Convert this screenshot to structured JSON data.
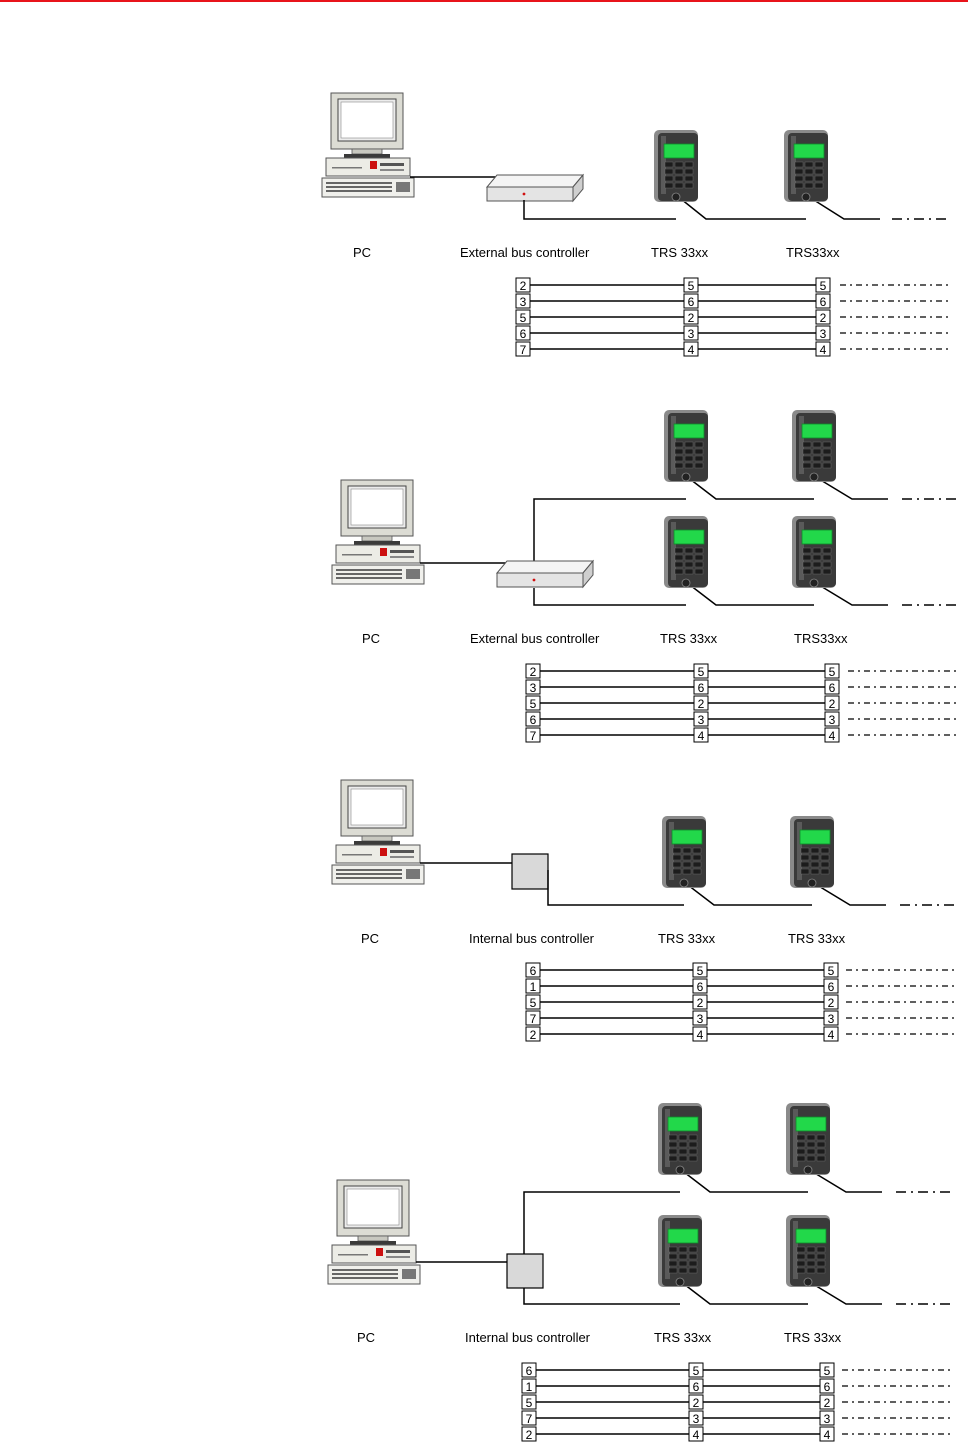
{
  "page": {
    "accent_color": "#e8141b"
  },
  "diagrams": [
    {
      "id": "ext-single",
      "controller": "external",
      "labels": {
        "pc": "PC",
        "controller": "External bus controller",
        "reader1": "TRS 33xx",
        "reader2": "TRS33xx"
      },
      "wiring": {
        "controller_pins": [
          "2",
          "3",
          "5",
          "6",
          "7"
        ],
        "reader1_pins": [
          "5",
          "6",
          "2",
          "3",
          "4"
        ],
        "reader2_pins": [
          "5",
          "6",
          "2",
          "3",
          "4"
        ]
      }
    },
    {
      "id": "ext-double",
      "controller": "external",
      "labels": {
        "pc": "PC",
        "controller": "External bus controller",
        "reader1": "TRS 33xx",
        "reader2": "TRS33xx"
      },
      "wiring": {
        "controller_pins": [
          "2",
          "3",
          "5",
          "6",
          "7"
        ],
        "reader1_pins": [
          "5",
          "6",
          "2",
          "3",
          "4"
        ],
        "reader2_pins": [
          "5",
          "6",
          "2",
          "3",
          "4"
        ]
      }
    },
    {
      "id": "int-single",
      "controller": "internal",
      "labels": {
        "pc": "PC",
        "controller": "Internal bus controller",
        "reader1": "TRS 33xx",
        "reader2": "TRS 33xx"
      },
      "wiring": {
        "controller_pins": [
          "6",
          "1",
          "5",
          "7",
          "2"
        ],
        "reader1_pins": [
          "5",
          "6",
          "2",
          "3",
          "4"
        ],
        "reader2_pins": [
          "5",
          "6",
          "2",
          "3",
          "4"
        ]
      }
    },
    {
      "id": "int-double",
      "controller": "internal",
      "labels": {
        "pc": "PC",
        "controller": "Internal bus controller",
        "reader1": "TRS 33xx",
        "reader2": "TRS 33xx"
      },
      "wiring": {
        "controller_pins": [
          "6",
          "1",
          "5",
          "7",
          "2"
        ],
        "reader1_pins": [
          "5",
          "6",
          "2",
          "3",
          "4"
        ],
        "reader2_pins": [
          "5",
          "6",
          "2",
          "3",
          "4"
        ]
      }
    }
  ],
  "icons": {
    "pc": "computer-icon",
    "external_controller": "bus-controller-box-icon",
    "internal_controller": "bus-controller-module-icon",
    "reader": "card-reader-terminal-icon"
  },
  "colors": {
    "reader_screen": "#22d84a",
    "reader_body": "#3a3a3a",
    "controller_led": "#d01010"
  }
}
